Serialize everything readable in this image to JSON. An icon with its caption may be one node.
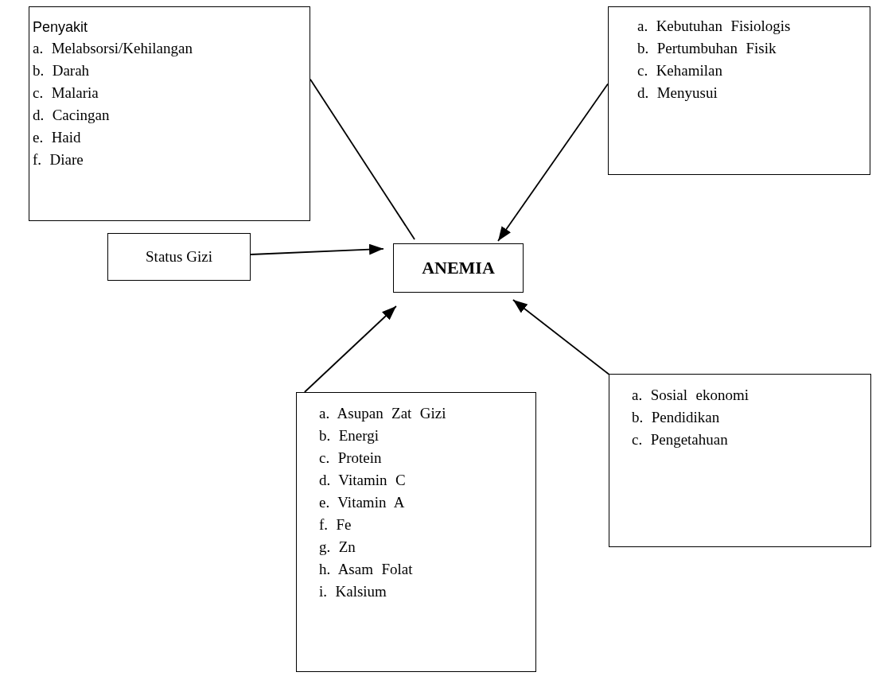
{
  "diagram": {
    "nodes": [
      {
        "text": [
          "Penyakit",
          "a. Melabsorsi/Kehilangan",
          "b. Darah",
          "c. Malaria",
          "d. Cacingan",
          "e. Haid",
          "f. Diare"
        ]
      },
      {
        "text": [
          "a. Kebutuhan Fisiologis",
          "b. Pertumbuhan Fisik",
          "c. Kehamilan",
          "d. Menyusui"
        ]
      },
      {
        "text": [
          "Status Gizi"
        ]
      },
      {
        "text": [
          "ANEMIA"
        ]
      },
      {
        "text": [
          "a. Asupan Zat Gizi",
          "b. Energi",
          "c. Protein",
          "d. Vitamin C",
          "e. Vitamin A",
          "f. Fe",
          "g. Zn",
          "h. Asam Folat",
          "i. Kalsium"
        ]
      },
      {
        "text": [
          "a. Sosial ekonomi",
          "b. Pendidikan",
          "c. Pengetahuan"
        ]
      }
    ],
    "edges": [
      {
        "from": 0,
        "to": 3,
        "arrow": "none"
      },
      {
        "from": 1,
        "to": 3,
        "arrow": "to"
      },
      {
        "from": 2,
        "to": 3,
        "arrow": "to"
      },
      {
        "from": 4,
        "to": 3,
        "arrow": "to"
      },
      {
        "from": 5,
        "to": 3,
        "arrow": "to"
      }
    ]
  }
}
